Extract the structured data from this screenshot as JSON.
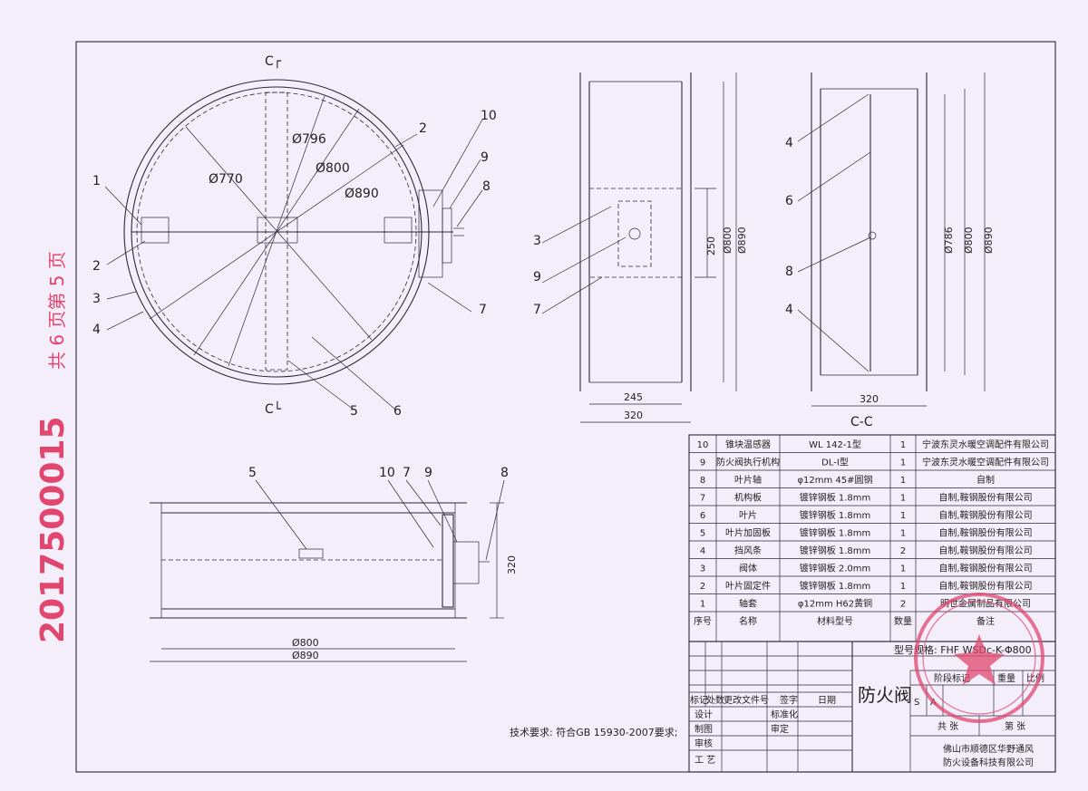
{
  "side_text": {
    "code": "2017500015",
    "page": "共 6 页第 5 页"
  },
  "top_view": {
    "section_top": "C┌",
    "section_bottom": "C└",
    "dims": [
      "Ø796",
      "Ø800",
      "Ø770",
      "Ø890"
    ],
    "callouts": [
      "1",
      "2",
      "3",
      "4",
      "5",
      "6",
      "7",
      "8",
      "9",
      "10",
      "2"
    ]
  },
  "side_view": {
    "dims": [
      "250",
      "Ø800",
      "Ø890",
      "245",
      "320"
    ],
    "callouts": [
      "3",
      "9",
      "7"
    ]
  },
  "section_view": {
    "title": "C-C",
    "dims": [
      "Ø786",
      "Ø800",
      "Ø890",
      "320"
    ],
    "callouts": [
      "4",
      "6",
      "8",
      "4"
    ]
  },
  "front_view": {
    "dims": [
      "Ø800",
      "Ø890",
      "320"
    ],
    "callouts": [
      "5",
      "10",
      "7",
      "9",
      "8"
    ]
  },
  "bom": {
    "rows": [
      {
        "no": "10",
        "name": "锥块温感器",
        "spec": "WL 142-1型",
        "qty": "1",
        "remark": "宁波东灵水暖空调配件有限公司"
      },
      {
        "no": "9",
        "name": "防火阀执行机构",
        "spec": "DL-Ⅰ型",
        "qty": "1",
        "remark": "宁波东灵水暖空调配件有限公司"
      },
      {
        "no": "8",
        "name": "叶片轴",
        "spec": "φ12mm  45#圆钢",
        "qty": "1",
        "remark": "自制"
      },
      {
        "no": "7",
        "name": "机构板",
        "spec": "镀锌钢板    1.8mm",
        "qty": "1",
        "remark": "自制,鞍钢股份有限公司"
      },
      {
        "no": "6",
        "name": "叶片",
        "spec": "镀锌钢板    1.8mm",
        "qty": "1",
        "remark": "自制,鞍钢股份有限公司"
      },
      {
        "no": "5",
        "name": "叶片加固板",
        "spec": "镀锌钢板    1.8mm",
        "qty": "1",
        "remark": "自制,鞍钢股份有限公司"
      },
      {
        "no": "4",
        "name": "挡风条",
        "spec": "镀锌钢板    1.8mm",
        "qty": "2",
        "remark": "自制,鞍钢股份有限公司"
      },
      {
        "no": "3",
        "name": "阀体",
        "spec": "镀锌钢板    2.0mm",
        "qty": "1",
        "remark": "自制,鞍钢股份有限公司"
      },
      {
        "no": "2",
        "name": "叶片固定件",
        "spec": "镀锌钢板    1.8mm",
        "qty": "1",
        "remark": "自制,鞍钢股份有限公司"
      },
      {
        "no": "1",
        "name": "轴套",
        "spec": "φ12mm  H62黄铜",
        "qty": "2",
        "remark": "明世金属制品有限公司"
      }
    ],
    "header": {
      "no": "序号",
      "name": "名称",
      "spec": "材料型号",
      "qty": "数量",
      "remark": "备注"
    }
  },
  "title_block": {
    "model": "型号规格: FHF WSDc-K-Φ800",
    "product": "防火阀",
    "stage_label": "阶段标记",
    "weight_label": "重量",
    "scale_label": "比例",
    "stage_marks": [
      "S",
      "A"
    ],
    "sheet_total": "共  张",
    "sheet_no": "第  张",
    "company_line1": "佛山市顺德区华野通风",
    "company_line2": "防火设备科技有限公司",
    "rev_cols": [
      "标记",
      "处数",
      "更改文件号",
      "签字",
      "日期"
    ],
    "roles": [
      "设计",
      "制图",
      "审核",
      "工  艺"
    ],
    "roles2": [
      "标准化",
      "审定"
    ]
  },
  "tech_req": "技术要求: 符合GB 15930-2007要求;",
  "colors": {
    "ink": "#2a2a3a",
    "paper": "#f4eefa",
    "stamp": "#e1466f"
  }
}
